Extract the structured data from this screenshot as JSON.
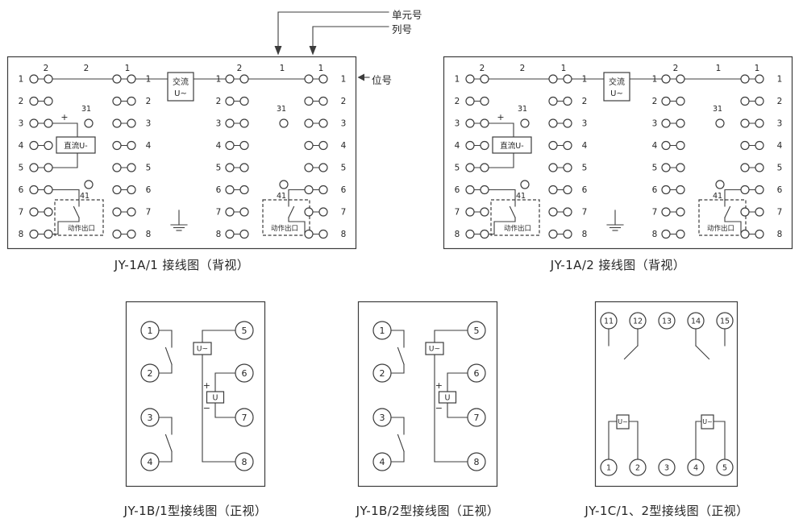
{
  "colors": {
    "ink": "#3c3c3c",
    "background": "#ffffff"
  },
  "callouts": {
    "unit": "单元号",
    "column": "列号",
    "position": "位号"
  },
  "diagrams": {
    "a1": {
      "caption": "JY-1A/1 接线图（背视）",
      "row_numbers": [
        "1",
        "2",
        "3",
        "4",
        "5",
        "6",
        "7",
        "8"
      ],
      "column_headers_left": [
        "2",
        "2",
        "1"
      ],
      "column_headers_right": [
        "2",
        "1",
        "1"
      ],
      "ac_box_line1": "交流",
      "ac_box_line2": "U~",
      "dc_box": "直流U-",
      "outlet_box": "动作出口",
      "terminal_31": "31",
      "terminal_41": "41",
      "plus": "+"
    },
    "a2": {
      "caption": "JY-1A/2 接线图（背视）",
      "row_numbers": [
        "1",
        "2",
        "3",
        "4",
        "5",
        "6",
        "7",
        "8"
      ],
      "column_headers_left": [
        "2",
        "2",
        "1"
      ],
      "column_headers_right": [
        "2",
        "1",
        "1"
      ],
      "ac_box_line1": "交流",
      "ac_box_line2": "U~",
      "dc_box": "直流U-",
      "outlet_box": "动作出口",
      "terminal_31": "31",
      "terminal_41": "41",
      "plus": "+"
    },
    "b1": {
      "caption": "JY-1B/1型接线图（正视）",
      "left_terminals": [
        "1",
        "2",
        "3",
        "4"
      ],
      "right_terminals": [
        "5",
        "6",
        "7",
        "8"
      ],
      "ac_box": "U~",
      "dc_box": "U",
      "plus": "+",
      "minus": "−"
    },
    "b2": {
      "caption": "JY-1B/2型接线图（正视）",
      "left_terminals": [
        "1",
        "2",
        "3",
        "4"
      ],
      "right_terminals": [
        "5",
        "6",
        "7",
        "8"
      ],
      "ac_box": "U~",
      "dc_box": "U",
      "plus": "+",
      "minus": "−"
    },
    "c": {
      "caption": "JY-1C/1、2型接线图（正视）",
      "top_terminals": [
        "11",
        "12",
        "13",
        "14",
        "15"
      ],
      "bottom_terminals": [
        "1",
        "2",
        "3",
        "4",
        "5"
      ],
      "ac_box": "U~"
    }
  }
}
